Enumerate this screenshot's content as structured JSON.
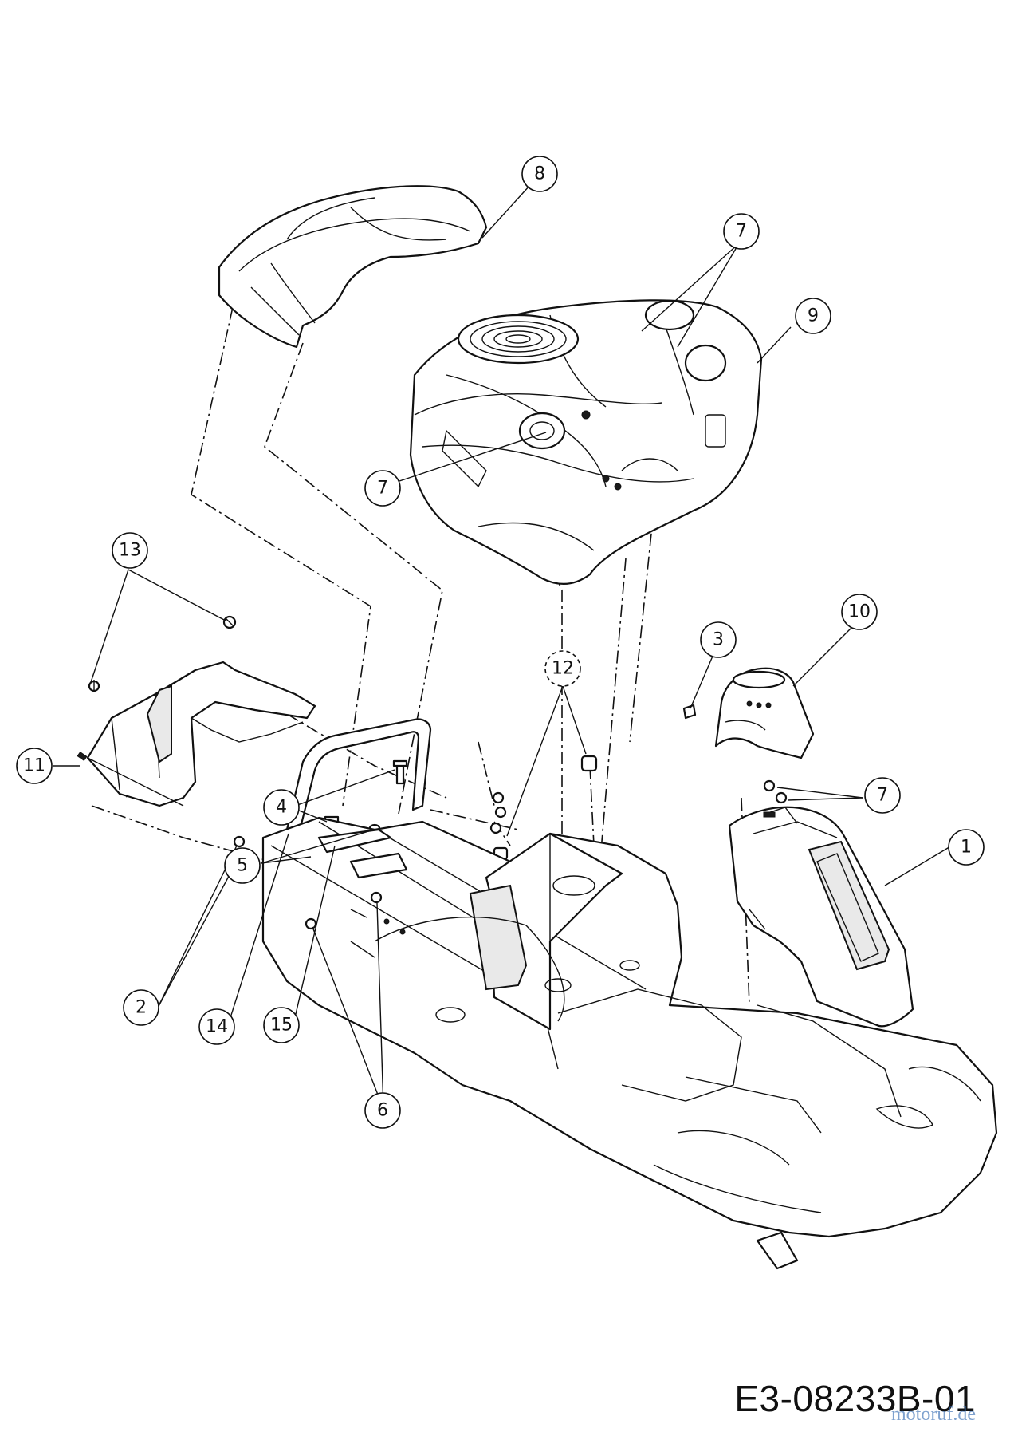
{
  "drawing_number": "E3-08233B-01",
  "watermark_text": "motoruf.de",
  "callouts": [
    {
      "label": "8"
    },
    {
      "label": "7"
    },
    {
      "label": "9"
    },
    {
      "label": "7"
    },
    {
      "label": "13"
    },
    {
      "label": "11"
    },
    {
      "label": "12"
    },
    {
      "label": "3"
    },
    {
      "label": "10"
    },
    {
      "label": "7"
    },
    {
      "label": "1"
    },
    {
      "label": "4"
    },
    {
      "label": "5"
    },
    {
      "label": "2"
    },
    {
      "label": "14"
    },
    {
      "label": "15"
    },
    {
      "label": "6"
    }
  ],
  "colors": {
    "line": "#111111",
    "background": "#ffffff",
    "watermark_blue": "#3a6fb5",
    "watermark_orange": "#e07a22"
  }
}
